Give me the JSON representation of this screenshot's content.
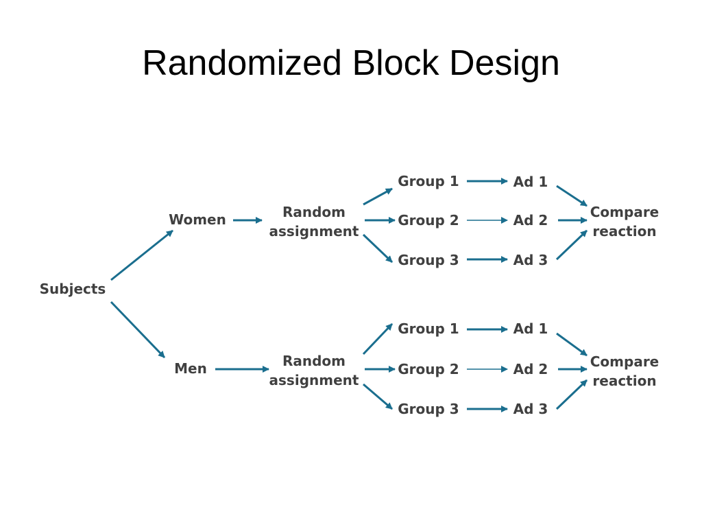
{
  "title": "Randomized Block Design",
  "colors": {
    "arrow": "#1a6e8e",
    "text": "#404040"
  },
  "diagram": {
    "root": "Subjects",
    "blocks": [
      {
        "name": "Women",
        "assignment": [
          "Random",
          "assignment"
        ],
        "groups": [
          "Group 1",
          "Group 2",
          "Group 3"
        ],
        "ads": [
          "Ad 1",
          "Ad 2",
          "Ad 3"
        ],
        "outcome": [
          "Compare",
          "reaction"
        ]
      },
      {
        "name": "Men",
        "assignment": [
          "Random",
          "assignment"
        ],
        "groups": [
          "Group 1",
          "Group 2",
          "Group 3"
        ],
        "ads": [
          "Ad 1",
          "Ad 2",
          "Ad 3"
        ],
        "outcome": [
          "Compare",
          "reaction"
        ]
      }
    ]
  }
}
